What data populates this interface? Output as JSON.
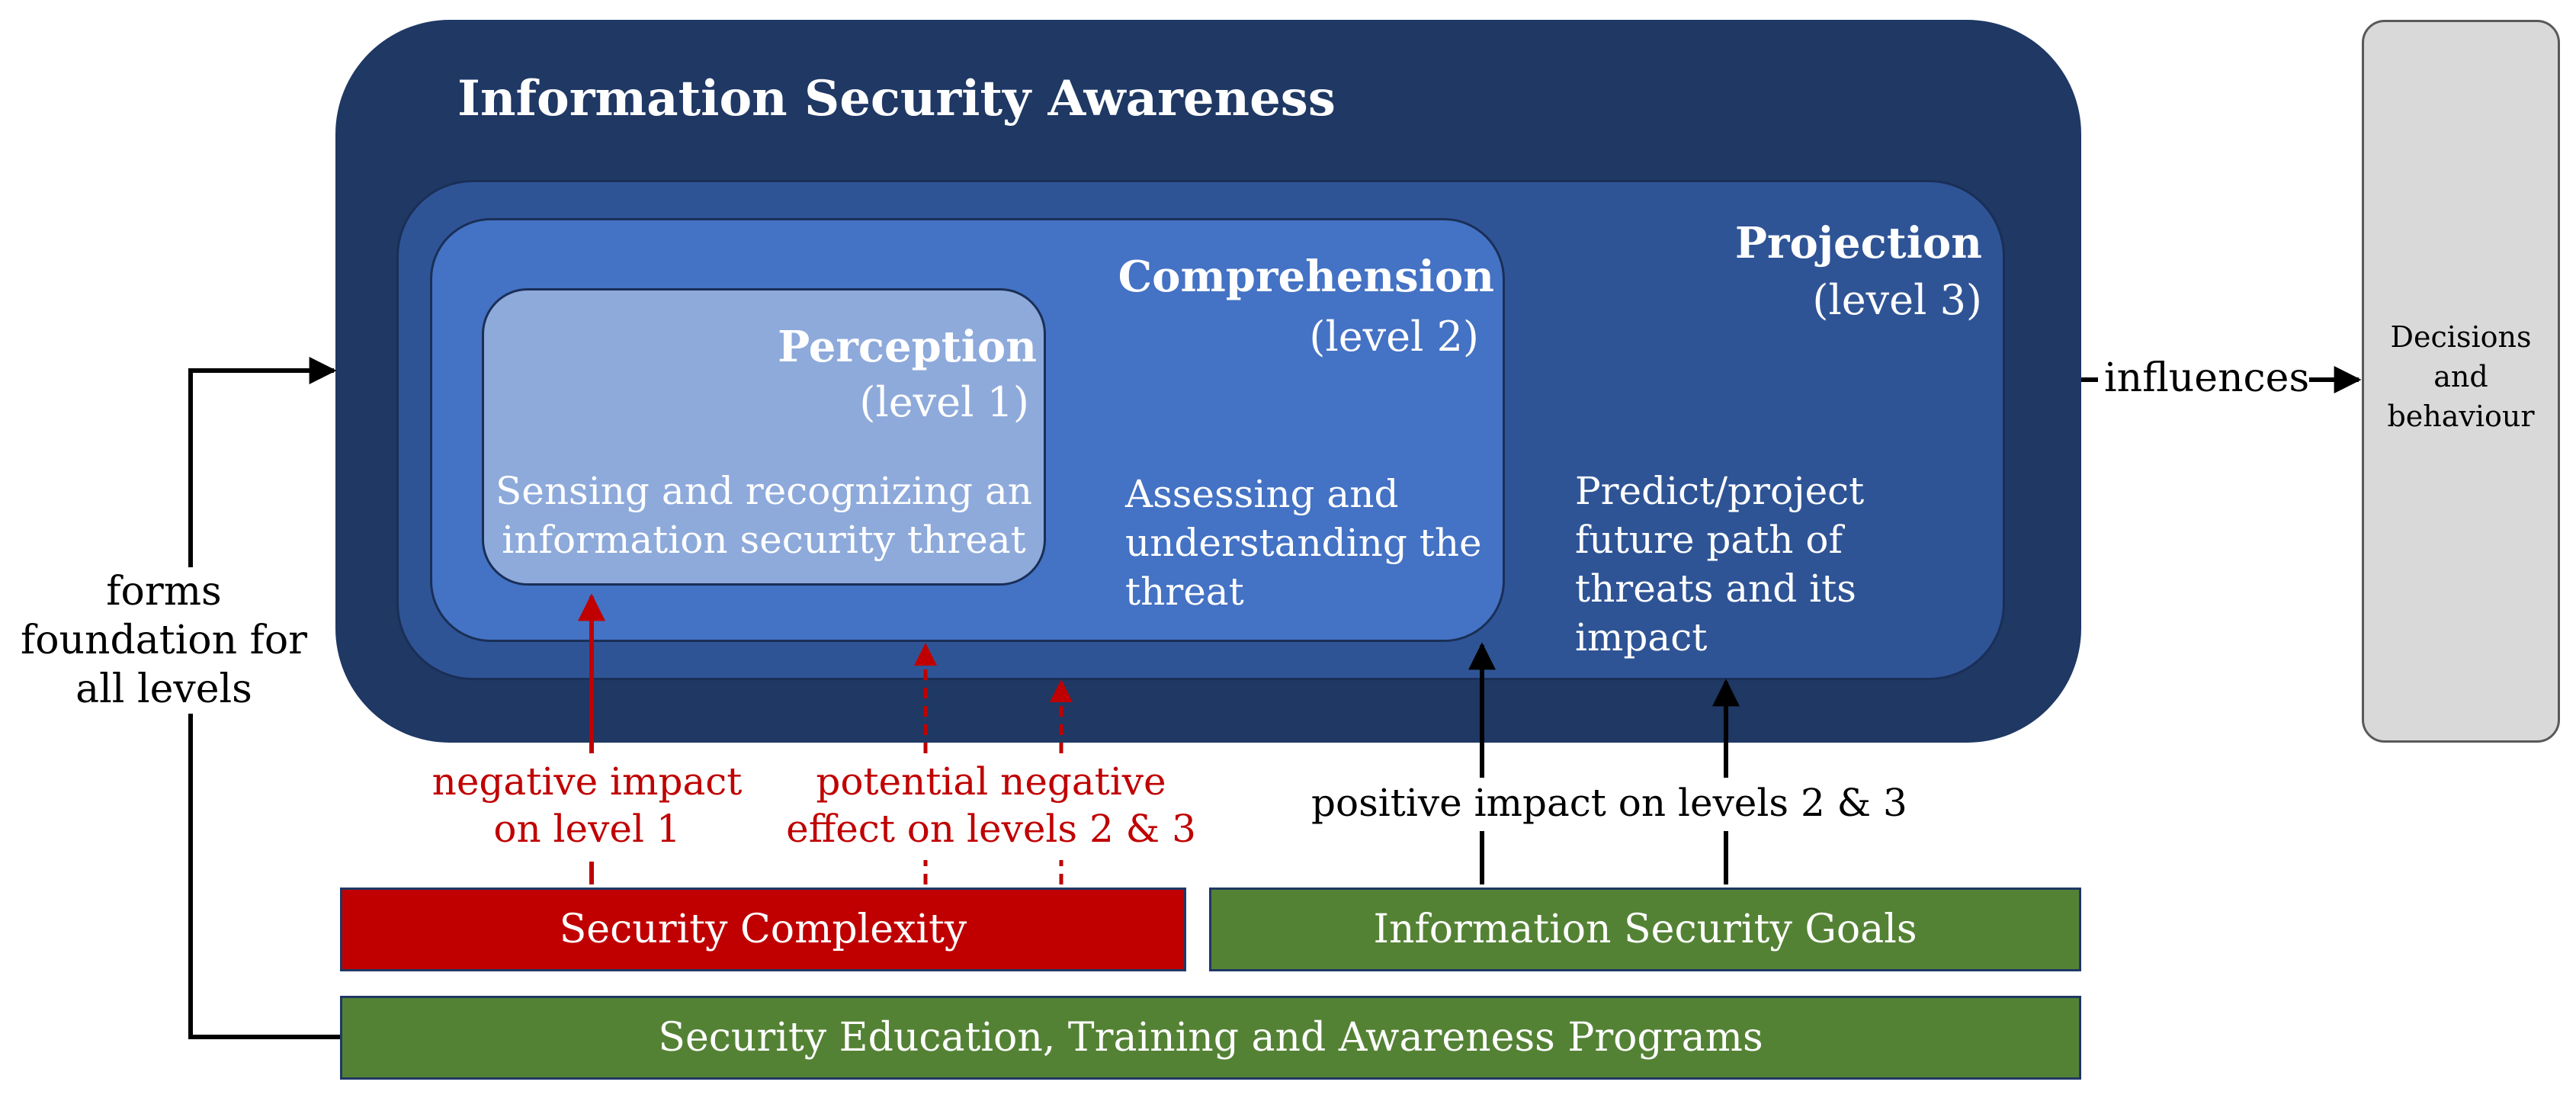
{
  "diagram": {
    "main_title": "Information Security Awareness",
    "projection": {
      "title": "Projection",
      "level": "(level 3)",
      "description": "Predict/project future path of threats and its impact"
    },
    "comprehension": {
      "title": "Comprehension",
      "level": "(level 2)",
      "description": "Assessing and understanding the threat"
    },
    "perception": {
      "title": "Perception",
      "level": "(level 1)",
      "description": "Sensing and recognizing an information security threat"
    },
    "decisions": "Decisions and behaviour",
    "influences_label": "influences",
    "foundation_label": "forms foundation for all levels",
    "negative_impact_label": "negative impact on level 1",
    "potential_negative_label": "potential negative effect on levels 2 & 3",
    "positive_impact_label": "positive impact on levels 2 & 3",
    "security_complexity": "Security Complexity",
    "security_goals": "Information Security Goals",
    "seta_programs": "Security Education, Training and Awareness Programs"
  },
  "colors": {
    "outer_box": "#1f3864",
    "projection_box": "#2f5496",
    "comprehension_box": "#4472c4",
    "perception_box": "#8eaadb",
    "decisions_box": "#d9d9d9",
    "negative": "#c00000",
    "positive": "#548235"
  }
}
